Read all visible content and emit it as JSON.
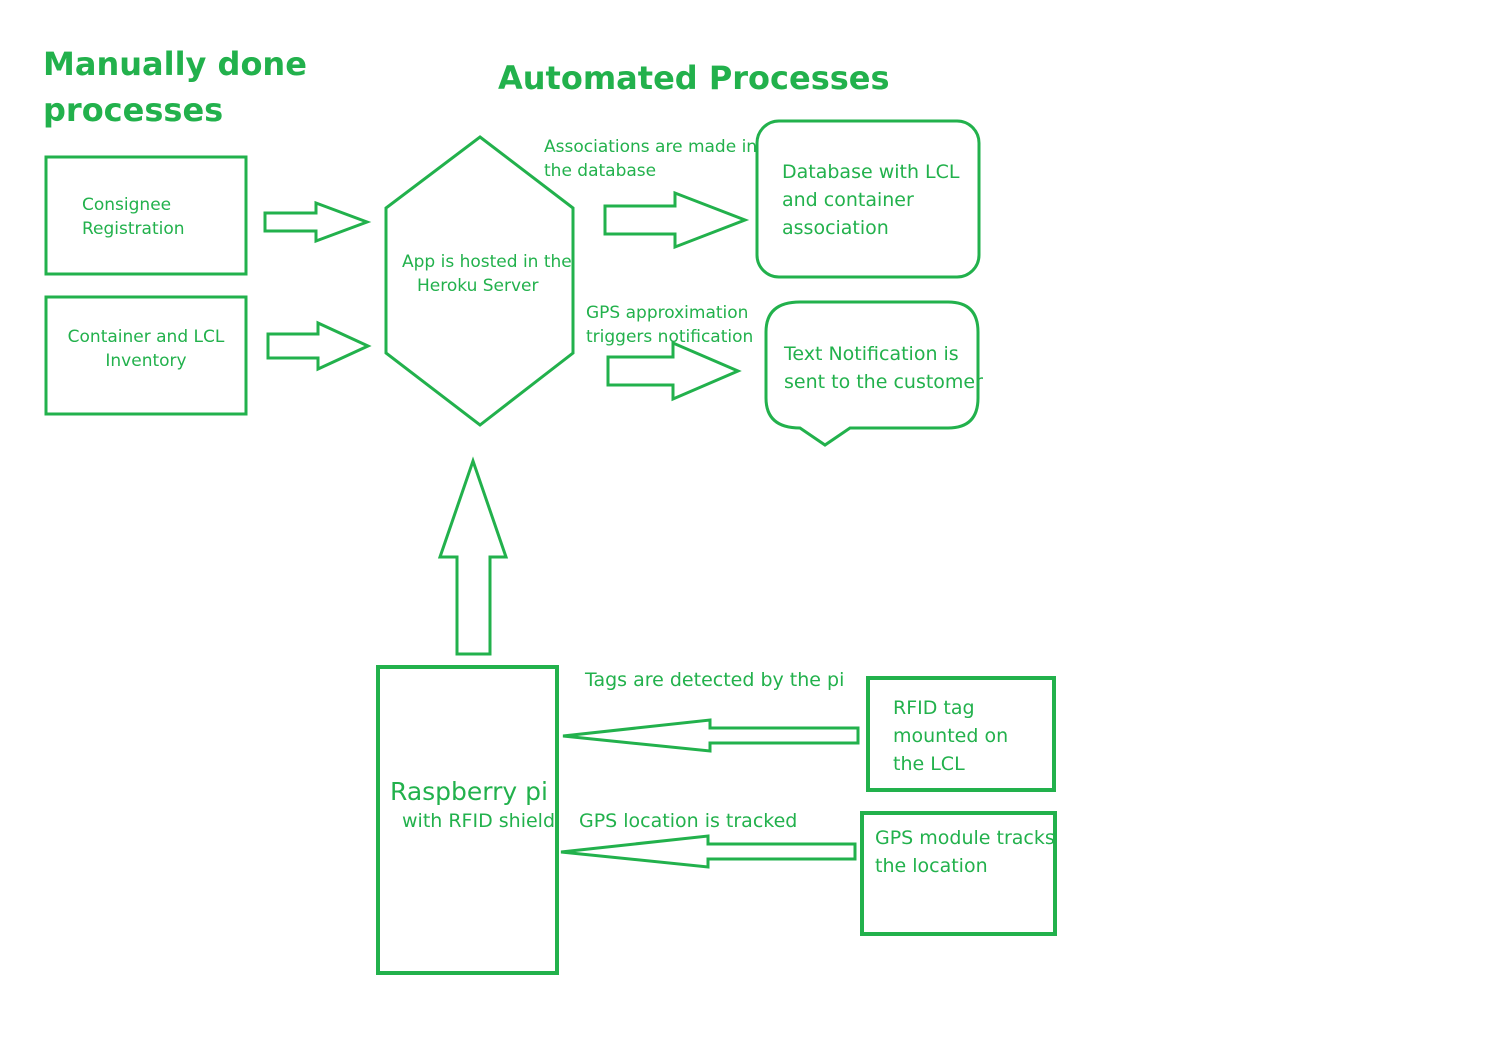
{
  "headings": {
    "manual": [
      "Manually done",
      "processes"
    ],
    "automated": "Automated Processes"
  },
  "nodes": {
    "consignee": [
      "Consignee",
      "Registration"
    ],
    "inventory": [
      "Container and LCL",
      "Inventory"
    ],
    "server": [
      "App is hosted in the",
      "Heroku Server"
    ],
    "database": [
      "Database with LCL",
      "and container",
      "association"
    ],
    "notification": [
      "Text Notification is",
      "sent to the customer"
    ],
    "raspberry_title": "Raspberry pi",
    "raspberry_sub": "with RFID shield",
    "rfid": [
      "RFID tag",
      "mounted on",
      "the LCL"
    ],
    "gps": [
      "GPS module tracks",
      "the location"
    ]
  },
  "edge_labels": {
    "associations": [
      "Associations are made in",
      "the database"
    ],
    "gps_trigger": [
      "GPS approximation",
      "triggers notification"
    ],
    "tags_detected": "Tags are detected by the pi",
    "gps_tracked": "GPS location is tracked"
  },
  "colors": {
    "stroke": "#22b14c",
    "text": "#22b14c",
    "background": "#ffffff"
  }
}
